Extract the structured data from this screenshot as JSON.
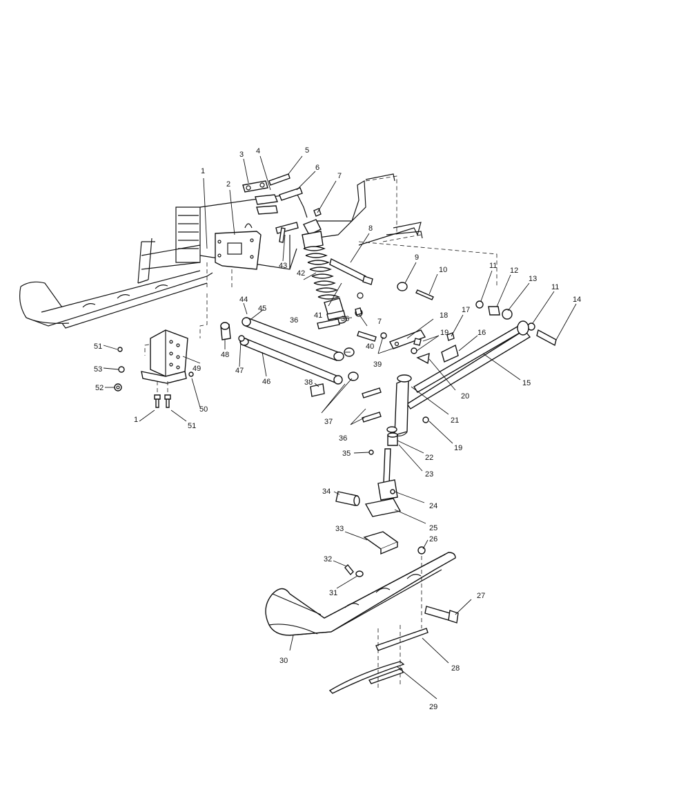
{
  "callouts": {
    "c1": "1",
    "c1b": "1",
    "c2": "2",
    "c3": "3",
    "c4": "4",
    "c5": "5",
    "c6": "6",
    "c7": "7",
    "c7b": "7",
    "c8": "8",
    "c9": "9",
    "c10": "10",
    "c11": "11",
    "c11b": "11",
    "c12": "12",
    "c13": "13",
    "c14": "14",
    "c15": "15",
    "c16": "16",
    "c17": "17",
    "c18": "18",
    "c19": "19",
    "c19b": "19",
    "c20": "20",
    "c21": "21",
    "c22": "22",
    "c23": "23",
    "c24": "24",
    "c25": "25",
    "c26": "26",
    "c27": "27",
    "c28": "28",
    "c29": "29",
    "c30": "30",
    "c31": "31",
    "c32": "32",
    "c33": "33",
    "c34": "34",
    "c35": "35",
    "c36": "36",
    "c36b": "36",
    "c36c": "36",
    "c37": "37",
    "c38": "38",
    "c39": "39",
    "c40": "40",
    "c41": "41",
    "c42": "42",
    "c43": "43",
    "c44": "44",
    "c45": "45",
    "c46": "46",
    "c47": "47",
    "c48": "48",
    "c49": "49",
    "c50": "50",
    "c51": "51",
    "c51b": "51",
    "c52": "52",
    "c53": "53"
  },
  "colors": {
    "ink": "#111111",
    "paper": "#ffffff"
  }
}
